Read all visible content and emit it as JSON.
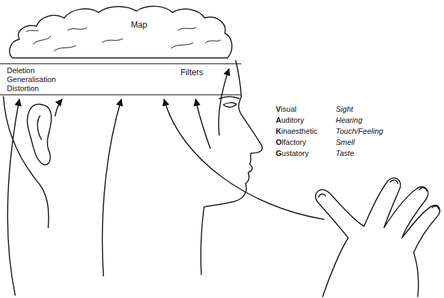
{
  "diagram": {
    "nodes": [
      {
        "text": [
          "Map"
        ]
      },
      {
        "text": [
          "Deletion",
          "Generalisation",
          "Distortion",
          "Filters"
        ]
      }
    ],
    "labels": [
      "Visual",
      "Sight",
      "Auditory",
      "Hearing",
      "Kinaesthetic",
      "Touch/Feeling",
      "Olfactory",
      "Smell",
      "Gustatory",
      "Taste"
    ]
  }
}
